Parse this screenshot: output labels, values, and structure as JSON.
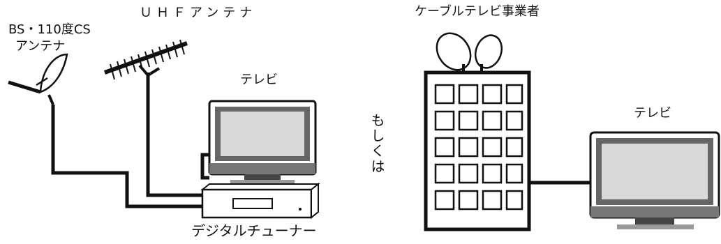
{
  "labels": {
    "bs_cs_antenna_line1": "BS・110度CS",
    "bs_cs_antenna_line2": "アンテナ",
    "uhf_antenna": "ＵＨＦアンテナ",
    "tv_left": "テレビ",
    "digital_tuner": "デジタルチューナー",
    "or_text": "もしくは",
    "cable_operator": "ケーブルテレビ事業者",
    "tv_right": "テレビ"
  }
}
